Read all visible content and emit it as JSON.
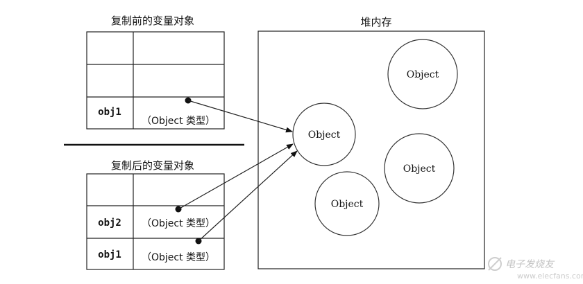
{
  "before": {
    "title": "复制前的变量对象",
    "rows": [
      {
        "name": "",
        "value": ""
      },
      {
        "name": "",
        "value": ""
      },
      {
        "name": "obj1",
        "value": "（Object 类型）"
      }
    ]
  },
  "divider": true,
  "after": {
    "title": "复制后的变量对象",
    "rows": [
      {
        "name": "",
        "value": ""
      },
      {
        "name": "obj2",
        "value": "（Object 类型）"
      },
      {
        "name": "obj1",
        "value": "（Object 类型）"
      }
    ]
  },
  "heap": {
    "title": "堆内存",
    "objects": [
      {
        "label": "Object"
      },
      {
        "label": "Object"
      },
      {
        "label": "Object"
      },
      {
        "label": "Object"
      }
    ]
  },
  "watermark": {
    "text": "电子发烧友",
    "url": "www.elecfans.com"
  }
}
